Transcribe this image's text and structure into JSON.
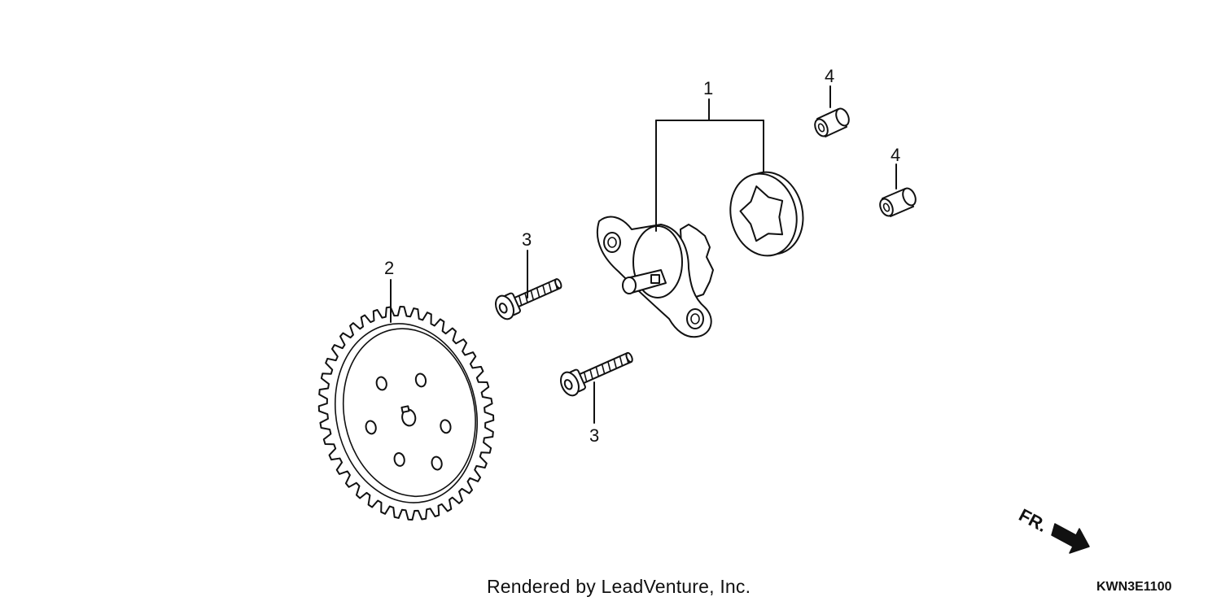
{
  "diagram": {
    "callouts": [
      {
        "id": "callout-1",
        "number": "1"
      },
      {
        "id": "callout-2",
        "number": "2"
      },
      {
        "id": "callout-3a",
        "number": "3"
      },
      {
        "id": "callout-3b",
        "number": "3"
      },
      {
        "id": "callout-4a",
        "number": "4"
      },
      {
        "id": "callout-4b",
        "number": "4"
      }
    ],
    "direction_indicator": {
      "label": "FR.",
      "icon": "arrow-right-down-icon"
    }
  },
  "footer": {
    "credit": "Rendered by LeadVenture, Inc.",
    "diagram_code": "KWN3E1100"
  }
}
